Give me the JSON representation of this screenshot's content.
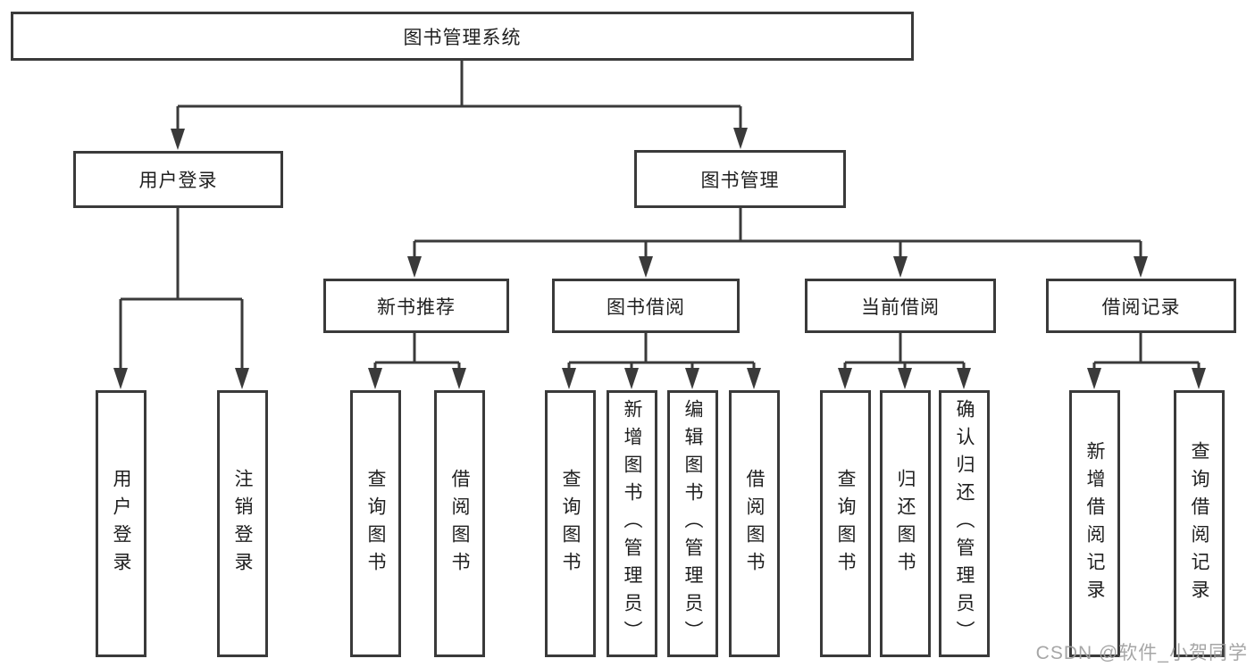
{
  "tree": {
    "label": "图书管理系统",
    "children": [
      {
        "label": "用户登录",
        "children": [
          {
            "label": "用户登录"
          },
          {
            "label": "注销登录"
          }
        ]
      },
      {
        "label": "图书管理",
        "children": [
          {
            "label": "新书推荐",
            "children": [
              {
                "label": "查询图书"
              },
              {
                "label": "借阅图书"
              }
            ]
          },
          {
            "label": "图书借阅",
            "children": [
              {
                "label": "查询图书"
              },
              {
                "label": "新增图书（管理员）"
              },
              {
                "label": "编辑图书（管理员）"
              },
              {
                "label": "借阅图书"
              }
            ]
          },
          {
            "label": "当前借阅",
            "children": [
              {
                "label": "查询图书"
              },
              {
                "label": "归还图书"
              },
              {
                "label": "确认归还（管理员）"
              }
            ]
          },
          {
            "label": "借阅记录",
            "children": [
              {
                "label": "新增借阅记录"
              },
              {
                "label": "查询借阅记录"
              }
            ]
          }
        ]
      }
    ]
  },
  "watermark": "CSDN @软件_小贺同学",
  "colors": {
    "line": "#3a3a3a",
    "box_border": "#3a3a3a",
    "text": "#1f1f1f",
    "watermark": "#9e9e9e",
    "background": "#ffffff"
  }
}
